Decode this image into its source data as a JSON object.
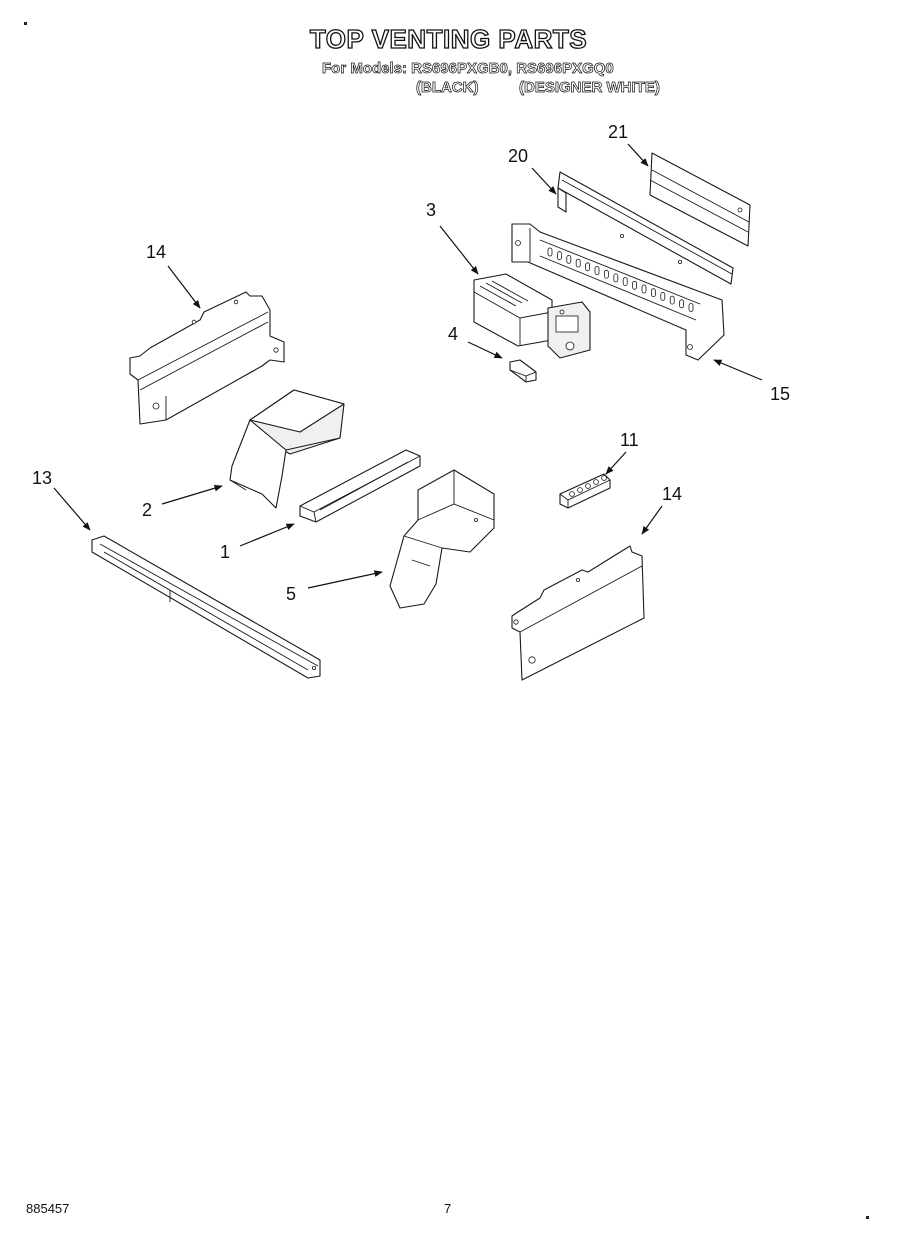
{
  "header": {
    "title": "TOP VENTING PARTS",
    "models_line": "For Models: RS696PXGB0, RS696PXGQ0",
    "variant_black": "(BLACK)",
    "variant_white": "(DESIGNER WHITE)"
  },
  "callouts": {
    "p1": "1",
    "p2": "2",
    "p3": "3",
    "p4": "4",
    "p5": "5",
    "p11": "11",
    "p13": "13",
    "p14_left": "14",
    "p14_right": "14",
    "p15": "15",
    "p20": "20",
    "p21": "21"
  },
  "footer": {
    "doc_number": "885457",
    "page_number": "7"
  },
  "colors": {
    "ink": "#111111",
    "paper": "#ffffff"
  }
}
